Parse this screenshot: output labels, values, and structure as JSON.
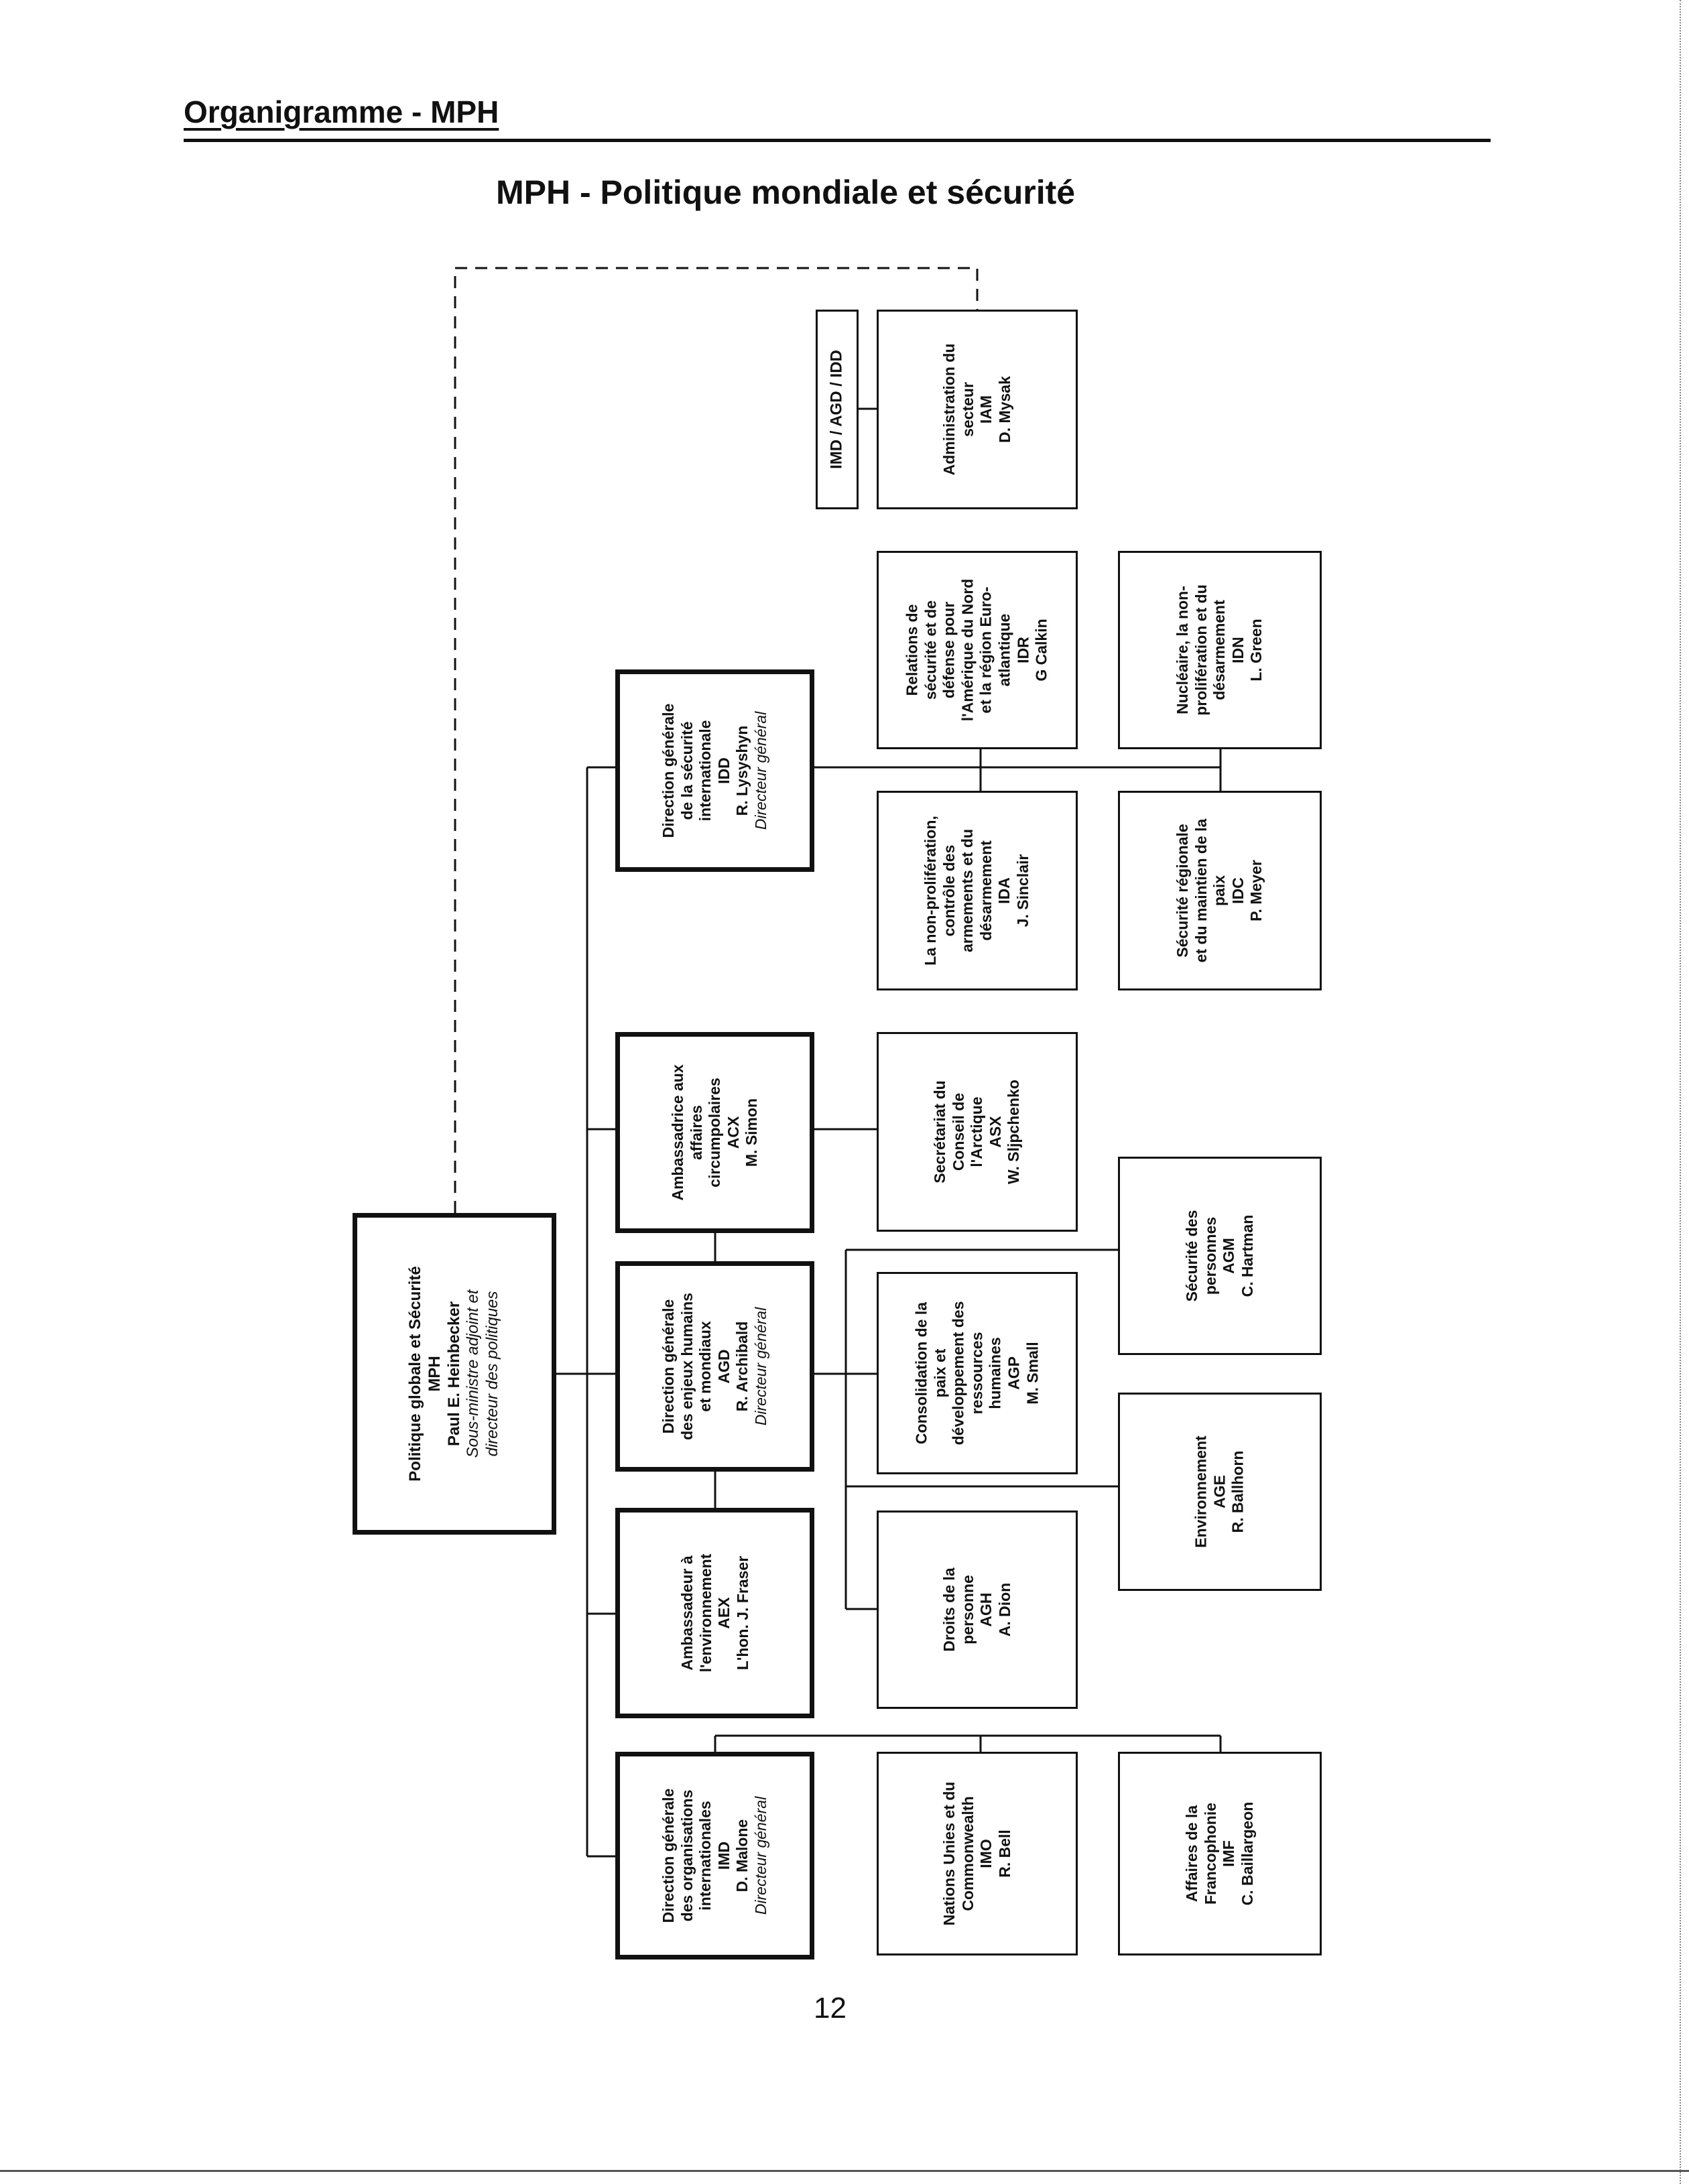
{
  "header": "Organigramme - MPH",
  "title": "MPH - Politique mondiale et sécurité",
  "page_number": "12",
  "nodes": {
    "mph": {
      "lines": [
        "Politique globale et Sécurité",
        "MPH",
        "Paul E. Heinbecker"
      ],
      "italic": [
        "Sous-ministre adjoint et",
        "directeur des politiques"
      ]
    },
    "imd_agd_idd": {
      "lines": [
        "IMD / AGD / IDD"
      ]
    },
    "iam": {
      "lines": [
        "Administration du",
        "secteur",
        "IAM",
        "D. Mysak"
      ]
    },
    "idd": {
      "lines": [
        "Direction générale",
        "de la sécurité",
        "internationale",
        "IDD",
        "R. Lysyshyn"
      ],
      "italic": [
        "Directeur général"
      ]
    },
    "idr": {
      "lines": [
        "Relations de",
        "sécurité et de",
        "défense pour",
        "l'Amérique du Nord",
        "et la région Euro-",
        "atlantique",
        "IDR",
        "G Calkin"
      ]
    },
    "idn": {
      "lines": [
        "Nucléaire, la non-",
        "prolifération et du",
        "désarmement",
        "IDN",
        "L. Green"
      ]
    },
    "ida": {
      "lines": [
        "La non-prolifération,",
        "contrôle des",
        "armements et du",
        "désarmement",
        "IDA",
        "J. Sinclair"
      ]
    },
    "idc": {
      "lines": [
        "Sécurité régionale",
        "et du maintien de la",
        "paix",
        "IDC",
        "P. Meyer"
      ]
    },
    "acx": {
      "lines": [
        "Ambassadrice aux",
        "affaires",
        "circumpolaires",
        "ACX",
        "M. Simon"
      ]
    },
    "asx": {
      "lines": [
        "Secrétariat du",
        "Conseil de",
        "l'Arctique",
        "ASX",
        "W. Sljpchenko"
      ]
    },
    "agd": {
      "lines": [
        "Direction générale",
        "des enjeux humains",
        "et mondiaux",
        "AGD",
        "R. Archibald"
      ],
      "italic": [
        "Directeur général"
      ]
    },
    "agp": {
      "lines": [
        "Consolidation de la",
        "paix et",
        "développement des",
        "ressources",
        "humaines",
        "AGP",
        "M. Small"
      ]
    },
    "agm": {
      "lines": [
        "Sécurité des",
        "personnes",
        "AGM",
        "C. Hartman"
      ]
    },
    "age": {
      "lines": [
        "Environnement",
        "AGE",
        "R. Ballhorn"
      ]
    },
    "agh": {
      "lines": [
        "Droits de la",
        "personne",
        "AGH",
        "A. Dion"
      ]
    },
    "aex": {
      "lines": [
        "Ambassadeur à",
        "l'environnement",
        "AEX",
        "L'hon. J. Fraser"
      ]
    },
    "imd": {
      "lines": [
        "Direction générale",
        "des organisations",
        "internationales",
        "IMD",
        "D. Malone"
      ],
      "italic": [
        "Directeur général"
      ]
    },
    "imo": {
      "lines": [
        "Nations Unies et du",
        "Commonwealth",
        "IMO",
        "R. Bell"
      ]
    },
    "imf": {
      "lines": [
        "Affaires de la",
        "Francophonie",
        "IMF",
        "C. Baillargeon"
      ]
    }
  }
}
